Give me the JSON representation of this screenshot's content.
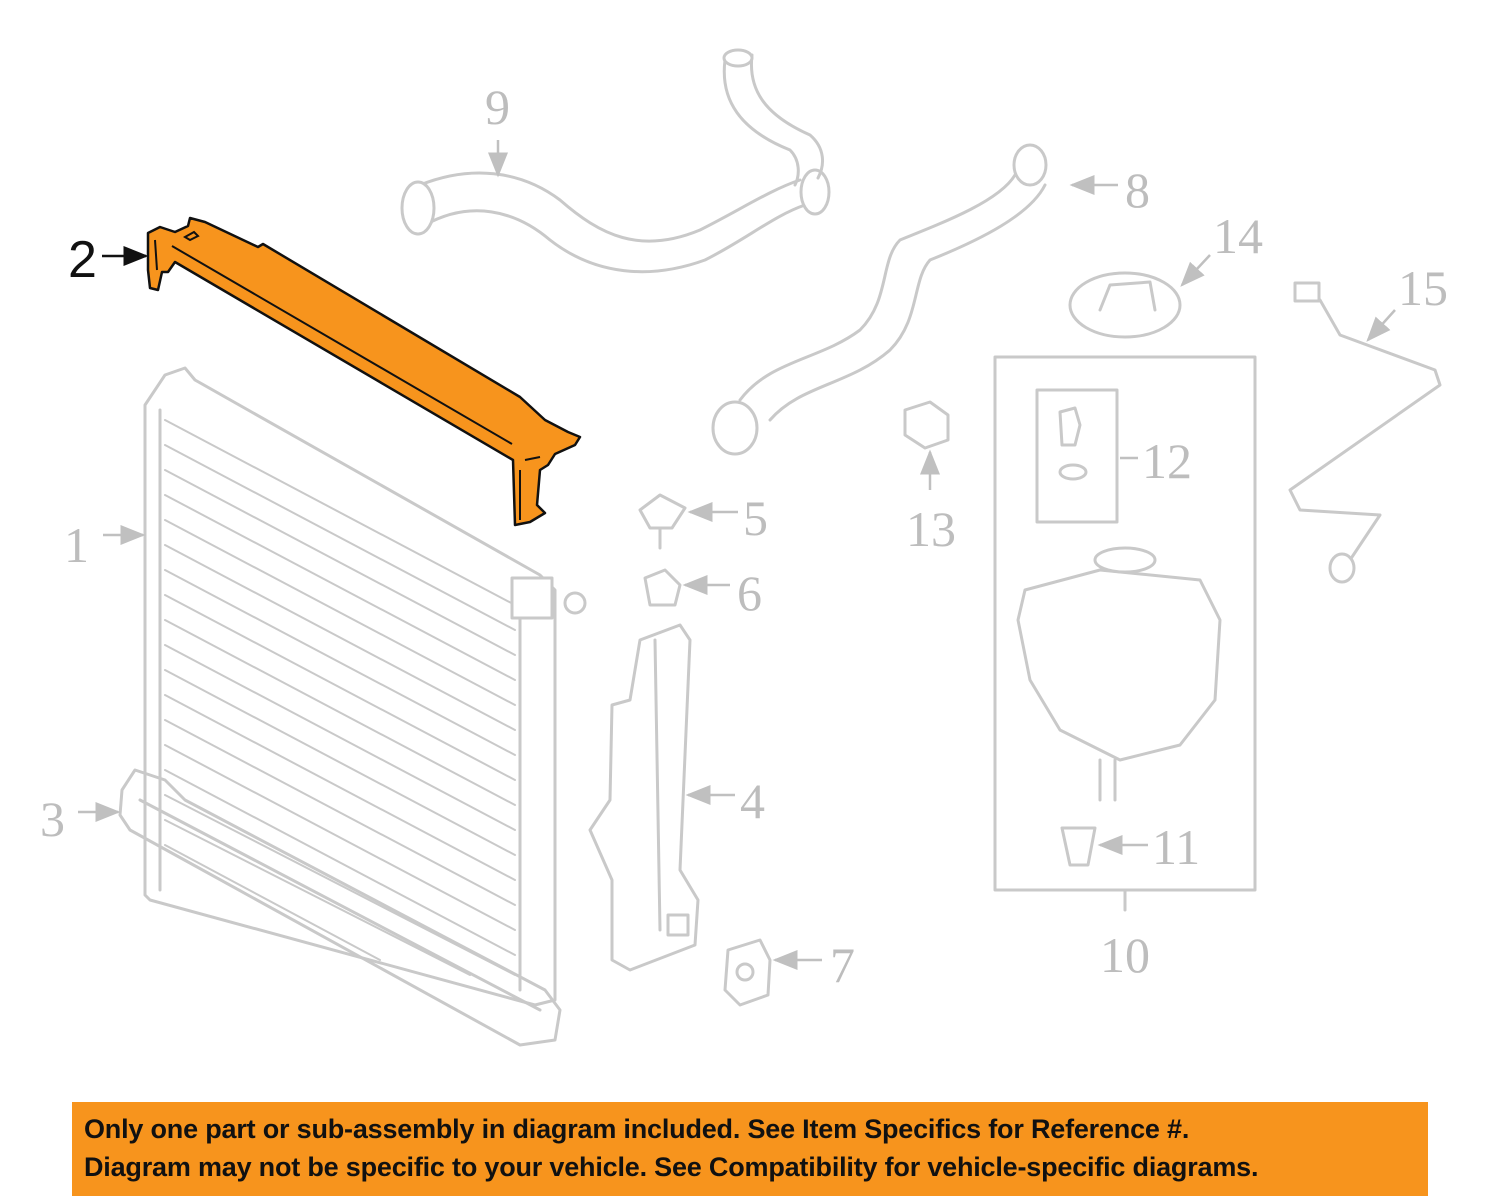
{
  "diagram": {
    "highlight_color": "#f7941d",
    "highlighted_part": "2",
    "callouts": {
      "p1": "1",
      "p2": "2",
      "p3": "3",
      "p4": "4",
      "p5": "5",
      "p6": "6",
      "p7": "7",
      "p8": "8",
      "p9": "9",
      "p10": "10",
      "p11": "11",
      "p12": "12",
      "p13": "13",
      "p14": "14",
      "p15": "15"
    }
  },
  "banner": {
    "line1": "Only one part or sub-assembly in diagram included. See Item Specifics for Reference #.",
    "line2": "Diagram may not be specific to your vehicle. See Compatibility for vehicle-specific diagrams."
  }
}
